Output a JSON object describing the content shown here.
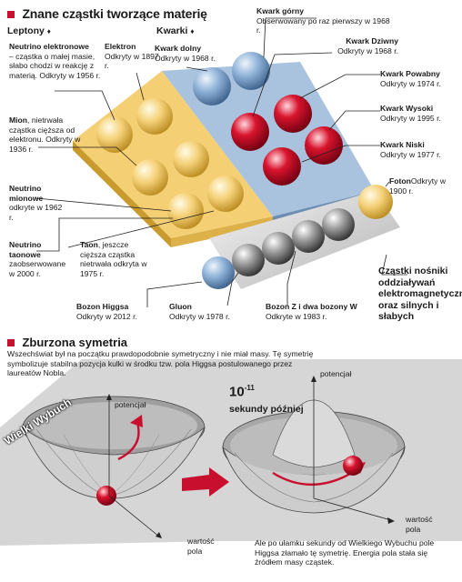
{
  "top": {
    "title": "Znane cząstki tworzące materię",
    "leptons_header": "Leptony",
    "quarks_header": "Kwarki",
    "carriers_note": "Cząstki nośniki oddziaływań elektromagnetycznych oraz silnych i słabych",
    "labels": {
      "neutrino_e_name": "Neutrino elektronowe",
      "neutrino_e_desc": "– cząstka o małej masie, słabo chodzi w reakcję z materią. Odkryty w 1956 r.",
      "elektron_name": "Elektron",
      "elektron_desc": "Odkryty w 1897 r.",
      "mion_name": "Mion",
      "mion_desc": ", nietrwała cząstka cięższa od elektronu. Odkryty w 1936 r.",
      "neutrino_m_name": "Neutrino mionowe",
      "neutrino_m_desc": "odkryte w 1962 r.",
      "neutrino_t_name": "Neutrino taonowe",
      "neutrino_t_desc": "zaobserwowane w 2000 r.",
      "taon_name": "Taon",
      "taon_desc": ", jeszcze cięższa cząstka nietrwała odkryta w 1975 r.",
      "kwark_dolny_name": "Kwark dolny",
      "kwark_dolny_desc": "Odkryty w 1968 r.",
      "kwark_gorny_name": "Kwark górny",
      "kwark_gorny_desc": "Obserwowany po raz pierwszy w 1968 r.",
      "kwark_dziwny_name": "Kwark Dziwny",
      "kwark_dziwny_desc": "Odkryty w 1968 r.",
      "kwark_powabny_name": "Kwark Powabny",
      "kwark_powabny_desc": "Odkryty w 1974 r.",
      "kwark_wysoki_name": "Kwark Wysoki",
      "kwark_wysoki_desc": "Odkryty w 1995 r.",
      "kwark_niski_name": "Kwark Niski",
      "kwark_niski_desc": "Odkryty w 1977 r.",
      "foton_name": "Foton",
      "foton_desc": "Odkryty w 1900 r.",
      "bozon_higgsa_name": "Bozon Higgsa",
      "bozon_higgsa_desc": "Odkryty w 2012 r.",
      "gluon_name": "Gluon",
      "gluon_desc": "Odkryty w 1978 r.",
      "bozon_zw_name": "Bozon Z i dwa bozony W",
      "bozon_zw_desc": "Odkryte w 1983 r."
    }
  },
  "bottom": {
    "title": "Zburzona symetria",
    "intro": "Wszechświat był na początku prawdopodobnie symetryczny i nie miał masy. Tę symetrię symbolizuje stabilna pozycja kulki w środku tzw. pola Higgsa postulowanego przez laureatów Nobla.",
    "big_bang": "Wielki Wybuch",
    "potential_left": "potencjał",
    "potential_right": "potencjał",
    "time_base": "10",
    "time_exp": "-11",
    "time_text": "sekundy później",
    "field_value_left": "wartość pola",
    "field_value_right": "wartość pola",
    "caption": "Ale po ułamku sekundy od Wielkiego Wybuchu pole Higgsa złamało tę symetrię. Energia pola stała się źródłem masy cząstek."
  },
  "colors": {
    "accent_red": "#c8102e",
    "lepton_yellow": "#f6d27a",
    "quark_blue": "#a9c2dd",
    "boson_grey": "#9a9a9a"
  }
}
